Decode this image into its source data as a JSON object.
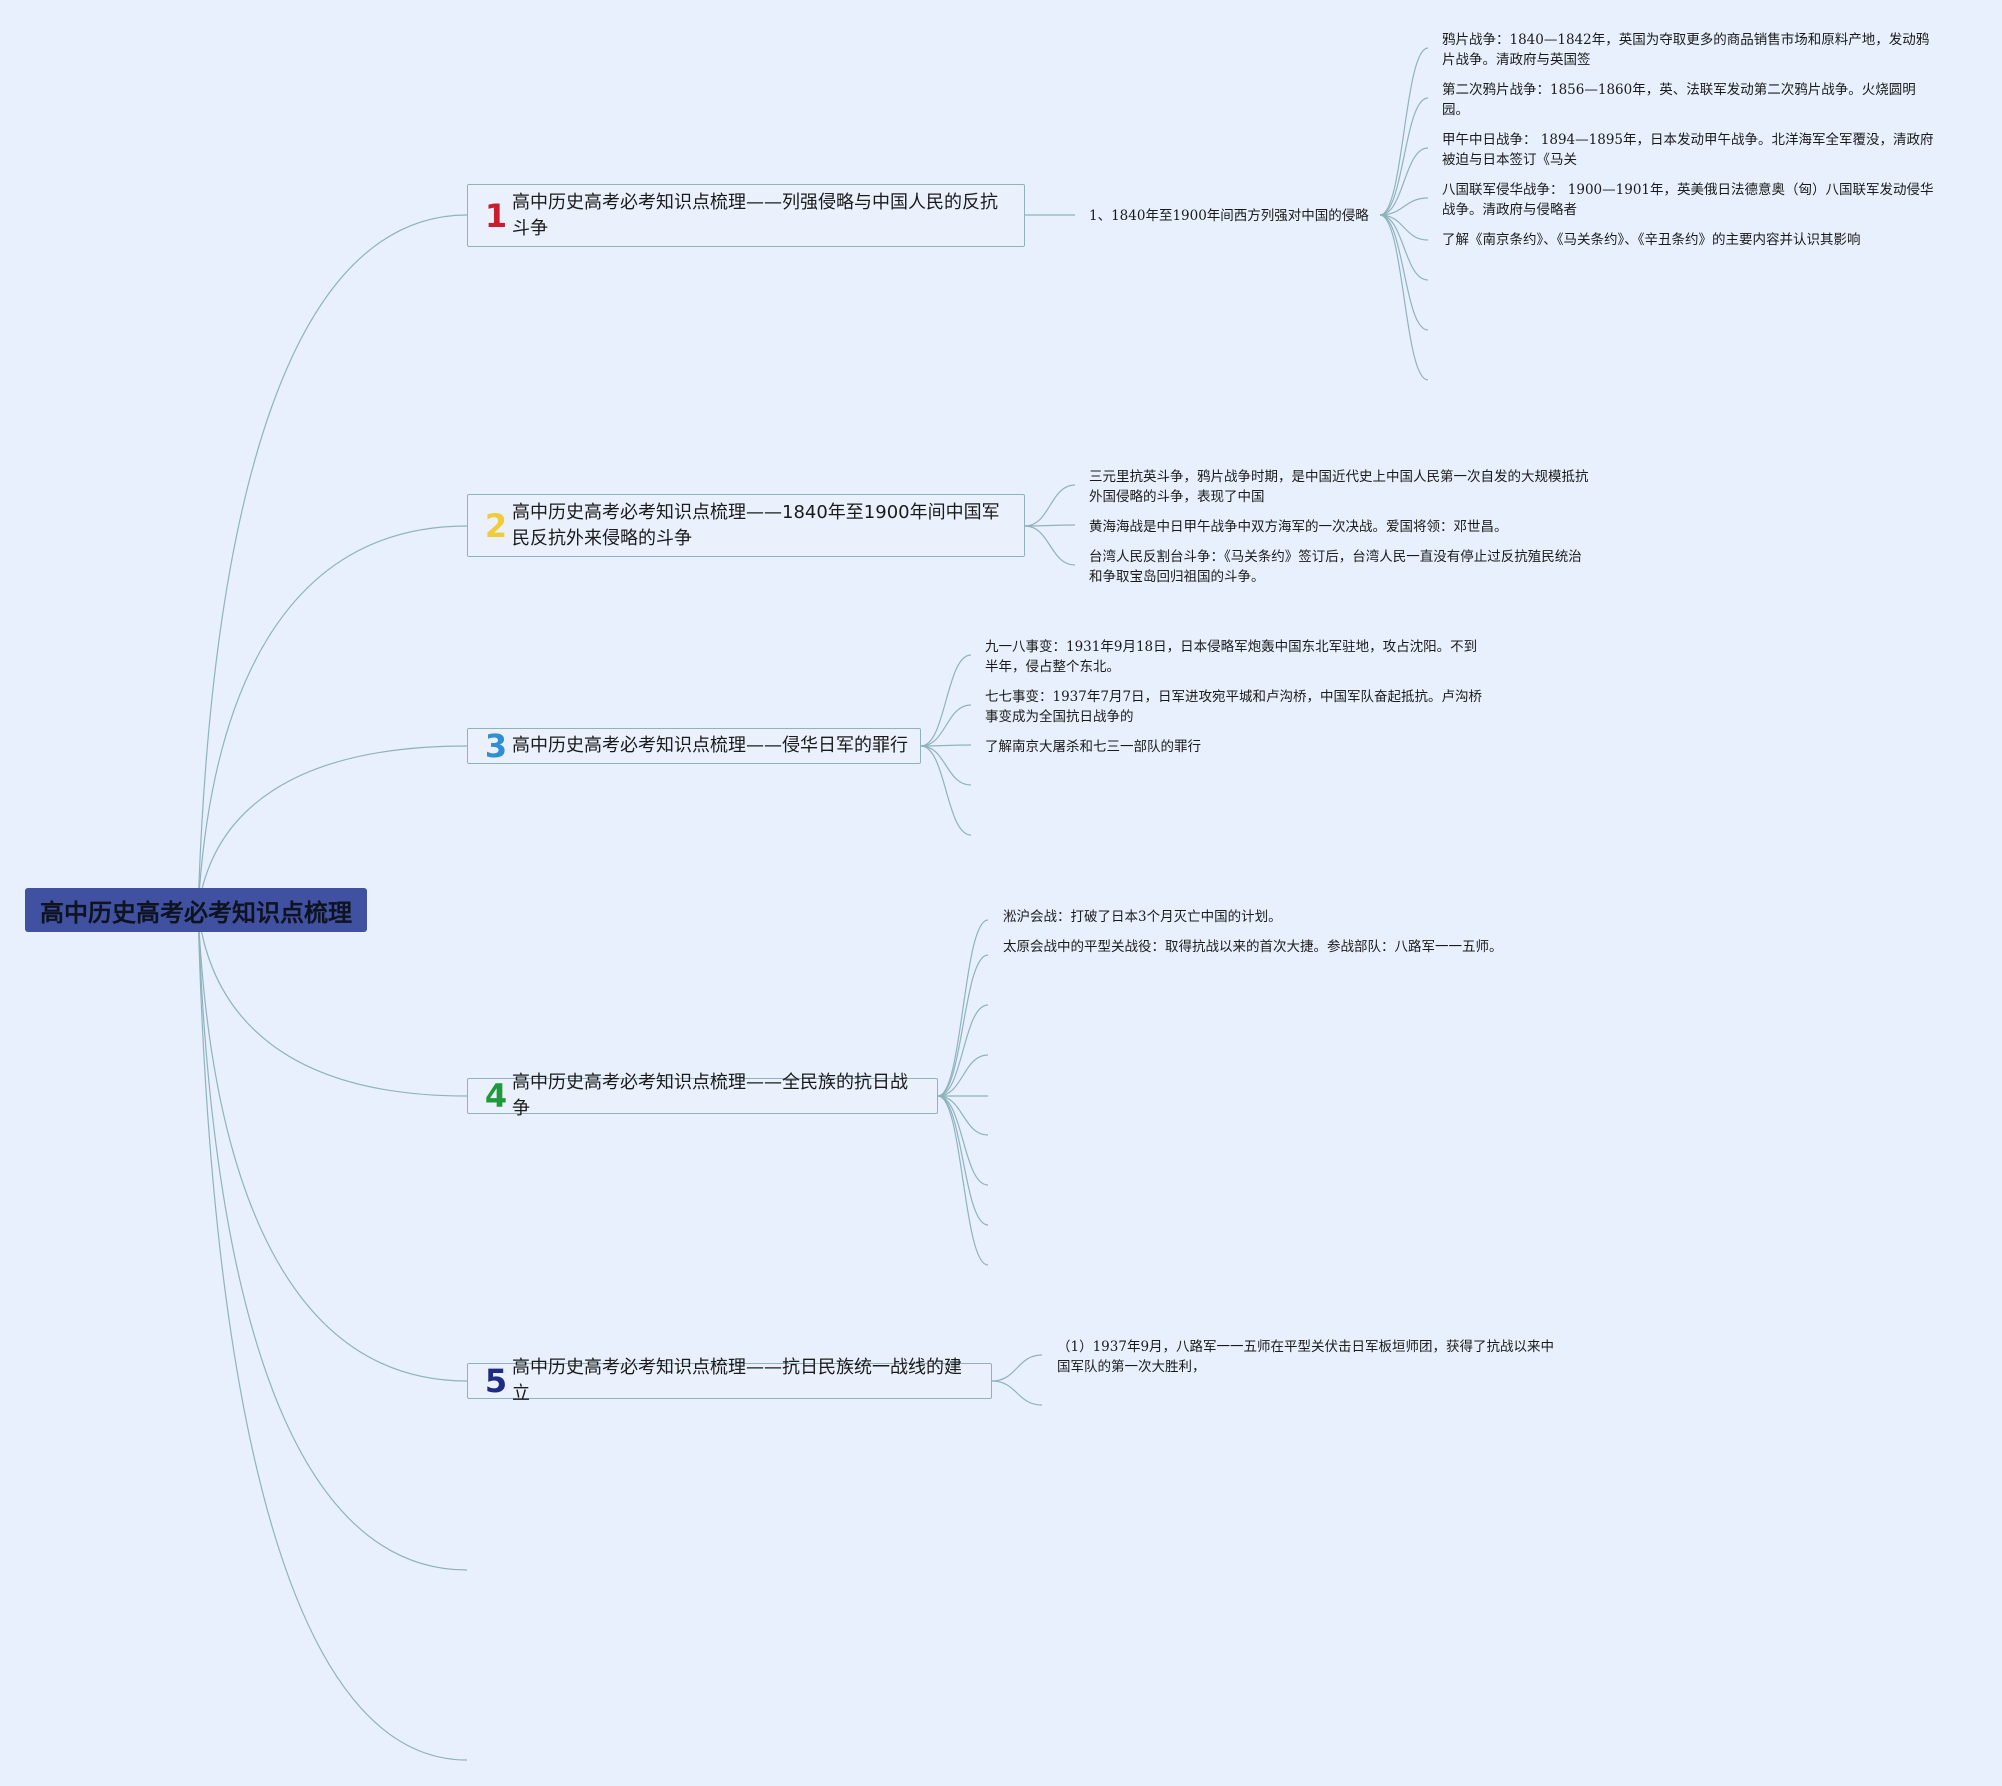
{
  "colors": {
    "background": "#e8f0fd",
    "root_fill": "#3f51a0",
    "branch_border": "#8fb3bd",
    "link": "#8fb3bd",
    "num1": "#c81e32",
    "num2": "#f0cc3a",
    "num3": "#2f8fd0",
    "num4": "#1e9a3a",
    "num5": "#1f2c82"
  },
  "root": {
    "label": "高中历史高考必考知识点梳理"
  },
  "branches": [
    {
      "num": "1",
      "label": "高中历史高考必考知识点梳理——列强侵略与中国人民的反抗斗争",
      "sub": "1、1840年至1900年间西方列强对中国的侵略",
      "leaves": [
        "鸦片战争：1840—1842年，英国为夺取更多的商品销售市场和原料产地，发动鸦片战争。清政府与英国签",
        "第二次鸦片战争：1856—1860年，英、法联军发动第二次鸦片战争。火烧圆明园。",
        "甲午中日战争： 1894—1895年，日本发动甲午战争。北洋海军全军覆没，清政府被迫与日本签订《马关",
        "八国联军侵华战争： 1900—1901年，英美俄日法德意奥（匈）八国联军发动侵华战争。清政府与侵略者",
        "了解《南京条约》、《马关条约》、《辛丑条约》的主要内容并认识其影响"
      ]
    },
    {
      "num": "2",
      "label": "高中历史高考必考知识点梳理——1840年至1900年间中国军民反抗外来侵略的斗争",
      "leaves": [
        "三元里抗英斗争，鸦片战争时期，是中国近代史上中国人民第一次自发的大规模抵抗外国侵略的斗争，表现了中国",
        "黄海海战是中日甲午战争中双方海军的一次决战。爱国将领：邓世昌。",
        "台湾人民反割台斗争：《马关条约》签订后，台湾人民一直没有停止过反抗殖民统治和争取宝岛回归祖国的斗争。"
      ]
    },
    {
      "num": "3",
      "label": "高中历史高考必考知识点梳理——侵华日军的罪行",
      "leaves": [
        "九一八事变：1931年9月18日，日本侵略军炮轰中国东北军驻地，攻占沈阳。不到半年，侵占整个东北。",
        "七七事变：1937年7月7日，日军进攻宛平城和卢沟桥，中国军队奋起抵抗。卢沟桥事变成为全国抗日战争的",
        "了解南京大屠杀和七三一部队的罪行"
      ]
    },
    {
      "num": "4",
      "label": "高中历史高考必考知识点梳理——全民族的抗日战争",
      "leaves": [
        "淞沪会战：打破了日本3个月灭亡中国的计划。",
        "太原会战中的平型关战役：取得抗战以来的首次大捷。参战部队：八路军一一五师。"
      ]
    },
    {
      "num": "5",
      "label": "高中历史高考必考知识点梳理——抗日民族统一战线的建立",
      "leaves": [
        "（1）1937年9月，八路军一一五师在平型关伏击日军板垣师团，获得了抗战以来中国军队的第一次大胜利，"
      ]
    }
  ]
}
